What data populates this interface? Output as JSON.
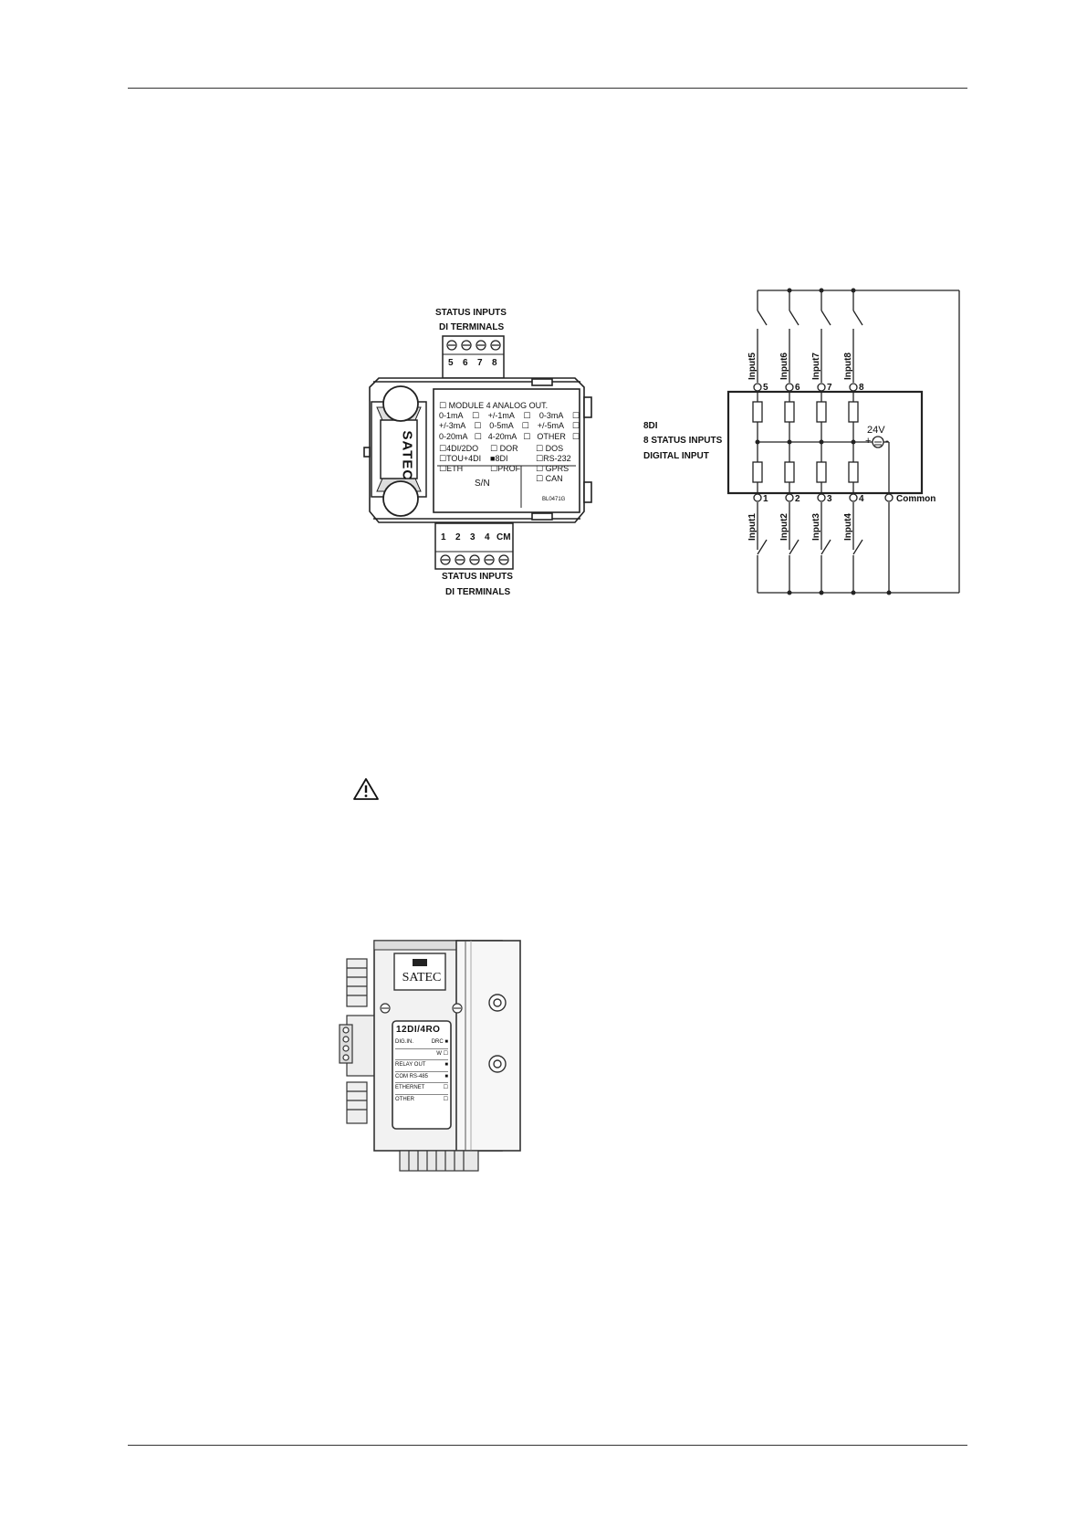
{
  "figure1": {
    "top_label_line1": "STATUS INPUTS",
    "top_label_line2": "DI TERMINALS",
    "bottom_label_line1": "STATUS INPUTS",
    "bottom_label_line2": "DI TERMINALS",
    "top_terminals": [
      "5",
      "6",
      "7",
      "8"
    ],
    "bottom_terminals": [
      "1",
      "2",
      "3",
      "4",
      "CM"
    ],
    "logo": "SATEC",
    "label_title": "MODULE 4 ANALOG OUT.",
    "label_rows": [
      [
        "0-1mA",
        "+/-1mA",
        "0-3mA"
      ],
      [
        "+/-3mA",
        "0-5mA",
        "+/-5mA"
      ],
      [
        "0-20mA",
        "4-20mA",
        "OTHER"
      ],
      [
        "4DI/2DO",
        "DOR",
        "DOS"
      ],
      [
        "TOU+4DI",
        "8DI",
        "RS-232"
      ],
      [
        "ETH",
        "PROF",
        "GPRS"
      ],
      [
        "",
        "",
        "CAN"
      ]
    ],
    "sn_label": "S/N",
    "part_code": "BL0471G"
  },
  "figure2": {
    "module_line1": "8DI",
    "module_line2": "8 STATUS INPUTS",
    "module_line3": "DIGITAL INPUT",
    "top_inputs": [
      "Input5",
      "Input6",
      "Input7",
      "Input8"
    ],
    "top_numbers": [
      "5",
      "6",
      "7",
      "8"
    ],
    "bottom_inputs": [
      "Input1",
      "Input2",
      "Input3",
      "Input4"
    ],
    "bottom_numbers": [
      "1",
      "2",
      "3",
      "4"
    ],
    "common_label": "Common",
    "supply_label": "24V",
    "supply_plus": "+",
    "supply_minus": "-"
  },
  "figure3": {
    "logo": "SATEC",
    "model": "12DI/4RO",
    "rows": [
      {
        "label": "DIG.IN.",
        "option": "DRC"
      },
      {
        "label": "",
        "option": "W"
      },
      {
        "label": "RELAY OUT",
        "option": ""
      },
      {
        "label": "COM RS-485",
        "option": ""
      },
      {
        "label": "ETHERNET",
        "option": ""
      },
      {
        "label": "OTHER",
        "option": ""
      }
    ]
  }
}
